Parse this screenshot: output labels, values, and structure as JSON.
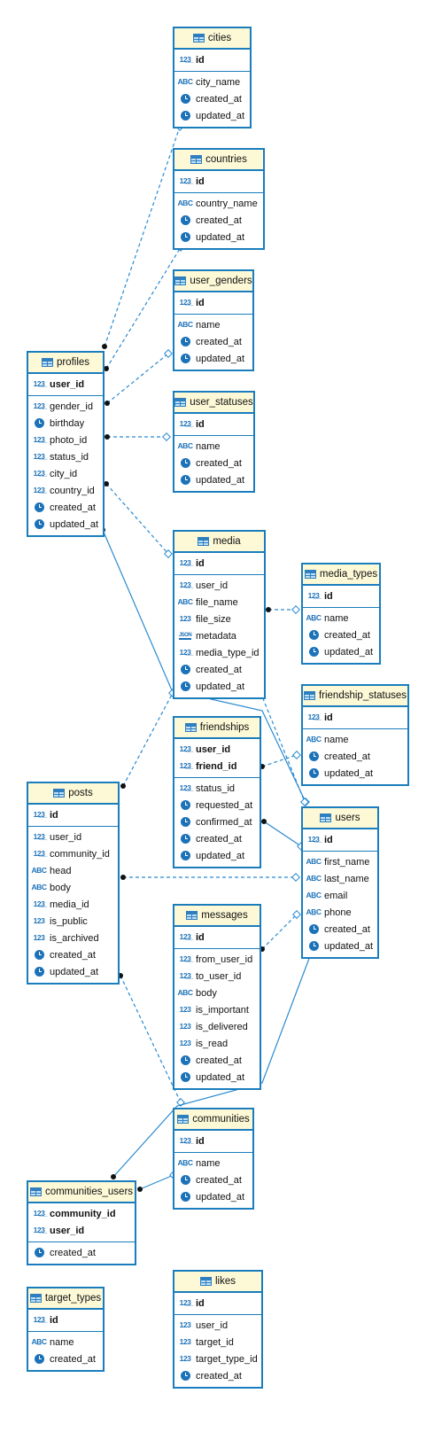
{
  "tables": [
    {
      "name": "cities",
      "columns": [
        {
          "name": "id",
          "type": "num",
          "pk": true
        },
        {
          "name": "city_name",
          "type": "abc"
        },
        {
          "name": "created_at",
          "type": "time"
        },
        {
          "name": "updated_at",
          "type": "time"
        }
      ]
    },
    {
      "name": "countries",
      "columns": [
        {
          "name": "id",
          "type": "num",
          "pk": true
        },
        {
          "name": "country_name",
          "type": "abc"
        },
        {
          "name": "created_at",
          "type": "time"
        },
        {
          "name": "updated_at",
          "type": "time"
        }
      ]
    },
    {
      "name": "user_genders",
      "columns": [
        {
          "name": "id",
          "type": "num",
          "pk": true
        },
        {
          "name": "name",
          "type": "abc"
        },
        {
          "name": "created_at",
          "type": "time"
        },
        {
          "name": "updated_at",
          "type": "time"
        }
      ]
    },
    {
      "name": "user_statuses",
      "columns": [
        {
          "name": "id",
          "type": "num",
          "pk": true
        },
        {
          "name": "name",
          "type": "abc"
        },
        {
          "name": "created_at",
          "type": "time"
        },
        {
          "name": "updated_at",
          "type": "time"
        }
      ]
    },
    {
      "name": "profiles",
      "columns": [
        {
          "name": "user_id",
          "type": "num",
          "pk": true
        },
        {
          "name": "gender_id",
          "type": "fk"
        },
        {
          "name": "birthday",
          "type": "time"
        },
        {
          "name": "photo_id",
          "type": "fk"
        },
        {
          "name": "status_id",
          "type": "fk"
        },
        {
          "name": "city_id",
          "type": "fk"
        },
        {
          "name": "country_id",
          "type": "fk"
        },
        {
          "name": "created_at",
          "type": "time"
        },
        {
          "name": "updated_at",
          "type": "time"
        }
      ]
    },
    {
      "name": "media",
      "columns": [
        {
          "name": "id",
          "type": "num",
          "pk": true
        },
        {
          "name": "user_id",
          "type": "fk"
        },
        {
          "name": "file_name",
          "type": "abc"
        },
        {
          "name": "file_size",
          "type": "int"
        },
        {
          "name": "metadata",
          "type": "json"
        },
        {
          "name": "media_type_id",
          "type": "fk"
        },
        {
          "name": "created_at",
          "type": "time"
        },
        {
          "name": "updated_at",
          "type": "time"
        }
      ]
    },
    {
      "name": "media_types",
      "columns": [
        {
          "name": "id",
          "type": "num",
          "pk": true
        },
        {
          "name": "name",
          "type": "abcu"
        },
        {
          "name": "created_at",
          "type": "time"
        },
        {
          "name": "updated_at",
          "type": "time"
        }
      ]
    },
    {
      "name": "friendship_statuses",
      "columns": [
        {
          "name": "id",
          "type": "num",
          "pk": true
        },
        {
          "name": "name",
          "type": "abcu"
        },
        {
          "name": "created_at",
          "type": "time"
        },
        {
          "name": "updated_at",
          "type": "time"
        }
      ]
    },
    {
      "name": "friendships",
      "columns": [
        {
          "name": "user_id",
          "type": "pkfk",
          "pk": true
        },
        {
          "name": "friend_id",
          "type": "pkfk",
          "pk": true
        },
        {
          "name": "status_id",
          "type": "fk"
        },
        {
          "name": "requested_at",
          "type": "time"
        },
        {
          "name": "confirmed_at",
          "type": "time"
        },
        {
          "name": "created_at",
          "type": "time"
        },
        {
          "name": "updated_at",
          "type": "time"
        }
      ]
    },
    {
      "name": "posts",
      "columns": [
        {
          "name": "id",
          "type": "num",
          "pk": true
        },
        {
          "name": "user_id",
          "type": "fk"
        },
        {
          "name": "community_id",
          "type": "fk"
        },
        {
          "name": "head",
          "type": "abc"
        },
        {
          "name": "body",
          "type": "abc"
        },
        {
          "name": "media_id",
          "type": "fk"
        },
        {
          "name": "is_public",
          "type": "int"
        },
        {
          "name": "is_archived",
          "type": "int"
        },
        {
          "name": "created_at",
          "type": "time"
        },
        {
          "name": "updated_at",
          "type": "time"
        }
      ]
    },
    {
      "name": "users",
      "columns": [
        {
          "name": "id",
          "type": "num",
          "pk": true
        },
        {
          "name": "first_name",
          "type": "abc"
        },
        {
          "name": "last_name",
          "type": "abc"
        },
        {
          "name": "email",
          "type": "abcu"
        },
        {
          "name": "phone",
          "type": "abcu"
        },
        {
          "name": "created_at",
          "type": "time"
        },
        {
          "name": "updated_at",
          "type": "time"
        }
      ]
    },
    {
      "name": "messages",
      "columns": [
        {
          "name": "id",
          "type": "num",
          "pk": true
        },
        {
          "name": "from_user_id",
          "type": "fk"
        },
        {
          "name": "to_user_id",
          "type": "fk"
        },
        {
          "name": "body",
          "type": "abc"
        },
        {
          "name": "is_important",
          "type": "int"
        },
        {
          "name": "is_delivered",
          "type": "int"
        },
        {
          "name": "is_read",
          "type": "int"
        },
        {
          "name": "created_at",
          "type": "time"
        },
        {
          "name": "updated_at",
          "type": "time"
        }
      ]
    },
    {
      "name": "communities",
      "columns": [
        {
          "name": "id",
          "type": "num",
          "pk": true
        },
        {
          "name": "name",
          "type": "abcu"
        },
        {
          "name": "created_at",
          "type": "time"
        },
        {
          "name": "updated_at",
          "type": "time"
        }
      ]
    },
    {
      "name": "communities_users",
      "columns": [
        {
          "name": "community_id",
          "type": "pkfk",
          "pk": true
        },
        {
          "name": "user_id",
          "type": "pkfk",
          "pk": true
        },
        {
          "name": "created_at",
          "type": "time"
        }
      ]
    },
    {
      "name": "target_types",
      "columns": [
        {
          "name": "id",
          "type": "num",
          "pk": true
        },
        {
          "name": "name",
          "type": "abcu"
        },
        {
          "name": "created_at",
          "type": "time"
        }
      ]
    },
    {
      "name": "likes",
      "columns": [
        {
          "name": "id",
          "type": "num",
          "pk": true
        },
        {
          "name": "user_id",
          "type": "int"
        },
        {
          "name": "target_id",
          "type": "int"
        },
        {
          "name": "target_type_id",
          "type": "int"
        },
        {
          "name": "created_at",
          "type": "time"
        }
      ]
    }
  ],
  "relations": [
    {
      "from": "profiles",
      "to": "cities",
      "style": "dashed"
    },
    {
      "from": "profiles",
      "to": "countries",
      "style": "dashed"
    },
    {
      "from": "profiles",
      "to": "user_genders",
      "style": "dashed"
    },
    {
      "from": "profiles",
      "to": "user_statuses",
      "style": "dashed"
    },
    {
      "from": "profiles",
      "to": "media",
      "style": "dashed"
    },
    {
      "from": "profiles",
      "to": "users",
      "style": "solid"
    },
    {
      "from": "media",
      "to": "media_types",
      "style": "dashed"
    },
    {
      "from": "media",
      "to": "users",
      "style": "dashed"
    },
    {
      "from": "posts",
      "to": "media",
      "style": "dashed"
    },
    {
      "from": "posts",
      "to": "users",
      "style": "dashed"
    },
    {
      "from": "posts",
      "to": "communities",
      "style": "dashed"
    },
    {
      "from": "friendships",
      "to": "friendship_statuses",
      "style": "dashed"
    },
    {
      "from": "friendships",
      "to": "users",
      "style": "solid"
    },
    {
      "from": "messages",
      "to": "users",
      "style": "dashed"
    },
    {
      "from": "communities_users",
      "to": "users",
      "style": "solid"
    },
    {
      "from": "communities_users",
      "to": "communities",
      "style": "solid"
    }
  ],
  "colors": {
    "border": "#1a7dbd",
    "header_bg": "#fdf8d6",
    "icon": "#1c72b8",
    "link": "#2a8ad0"
  }
}
